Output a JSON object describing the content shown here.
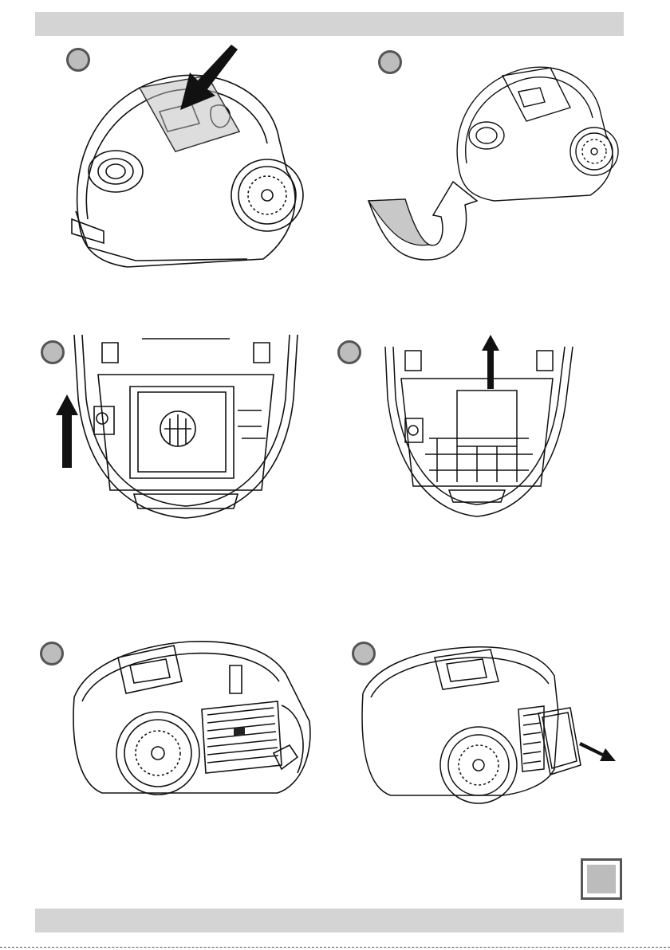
{
  "page": {
    "colors": {
      "bar": "#d4d4d4",
      "badge_fill": "#bdbdbd",
      "badge_stroke": "#555555",
      "ink": "#111111"
    }
  },
  "steps": [
    {
      "label": "",
      "icon": "vacuum-press-button-illustration"
    },
    {
      "label": "",
      "icon": "vacuum-lift-lid-illustration"
    },
    {
      "label": "",
      "icon": "bag-holder-lift-illustration"
    },
    {
      "label": "",
      "icon": "bag-holder-removed-illustration"
    },
    {
      "label": "",
      "icon": "vacuum-side-filter-cover-illustration"
    },
    {
      "label": "",
      "icon": "vacuum-remove-filter-illustration"
    }
  ],
  "page_number": ""
}
